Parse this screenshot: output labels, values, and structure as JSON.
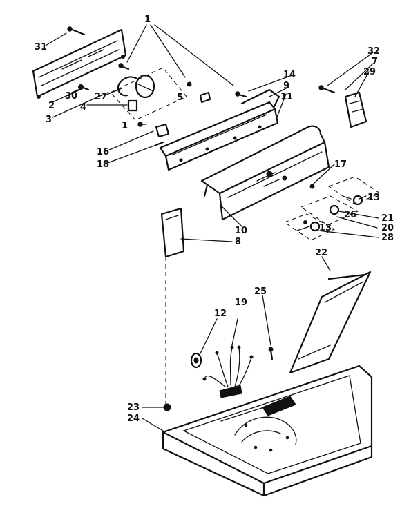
{
  "labels": {
    "p1a": "1",
    "p1b": "1",
    "p2": "2",
    "p3": "3",
    "p4": "4",
    "p5": "5",
    "p7": "7",
    "p8": "8",
    "p9": "9",
    "p10": "10",
    "p11": "11",
    "p12": "12",
    "p13a": "13",
    "p13b": "13",
    "p14": "14",
    "p16": "16",
    "p17": "17",
    "p18": "18",
    "p19": "19",
    "p20": "20",
    "p21": "21",
    "p22": "22",
    "p23": "23",
    "p24": "24",
    "p25": "25",
    "p26": "26",
    "p27": "27",
    "p28": "28",
    "p29": "29",
    "p30": "30",
    "p31": "31",
    "p32": "32"
  },
  "colors": {
    "ink": "#111111",
    "paper": "#ffffff"
  }
}
